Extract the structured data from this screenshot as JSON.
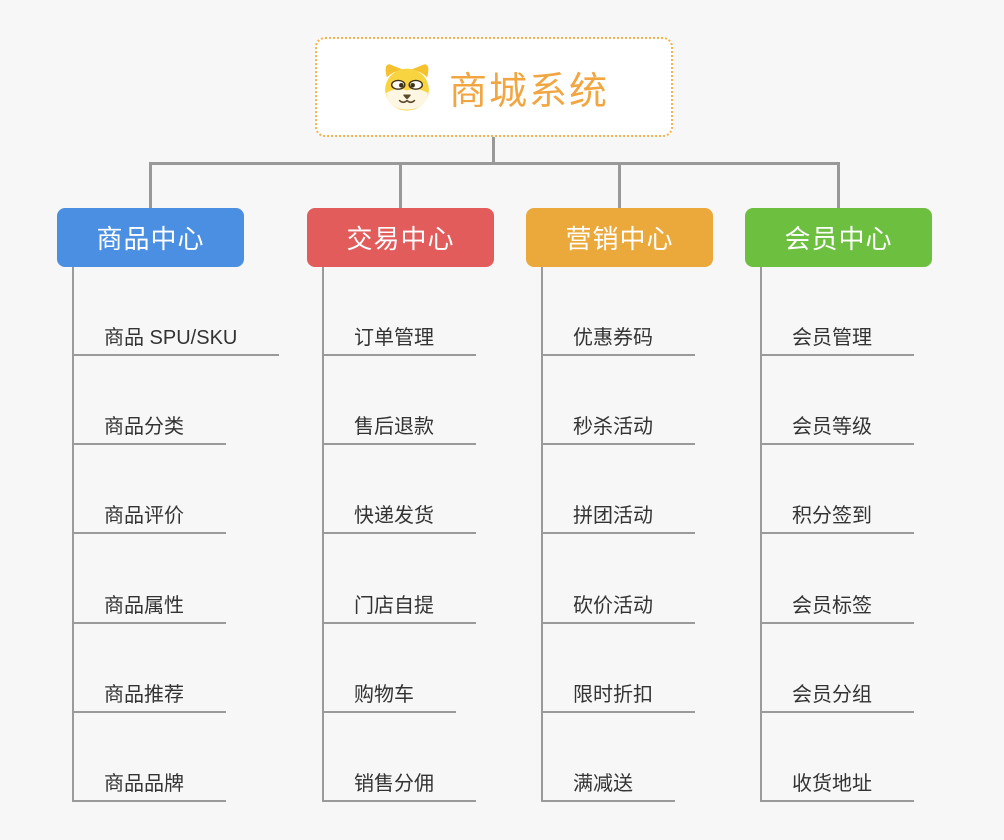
{
  "canvas": {
    "background": "#f7f7f7",
    "connector_color": "#999999"
  },
  "root": {
    "label": "商城系统",
    "icon": "shiba-dog-icon",
    "text_color": "#F2A642",
    "border_color": "#F6B14A",
    "background": "#ffffff"
  },
  "branches": [
    {
      "label": "商品中心",
      "color": "#4B8FE2",
      "items": [
        "商品 SPU/SKU",
        "商品分类",
        "商品评价",
        "商品属性",
        "商品推荐",
        "商品品牌"
      ]
    },
    {
      "label": "交易中心",
      "color": "#E25C5C",
      "items": [
        "订单管理",
        "售后退款",
        "快递发货",
        "门店自提",
        "购物车",
        "销售分佣"
      ]
    },
    {
      "label": "营销中心",
      "color": "#EBA93B",
      "items": [
        "优惠券码",
        "秒杀活动",
        "拼团活动",
        "砍价活动",
        "限时折扣",
        "满减送"
      ]
    },
    {
      "label": "会员中心",
      "color": "#6DBF40",
      "items": [
        "会员管理",
        "会员等级",
        "积分签到",
        "会员标签",
        "会员分组",
        "收货地址"
      ]
    }
  ]
}
